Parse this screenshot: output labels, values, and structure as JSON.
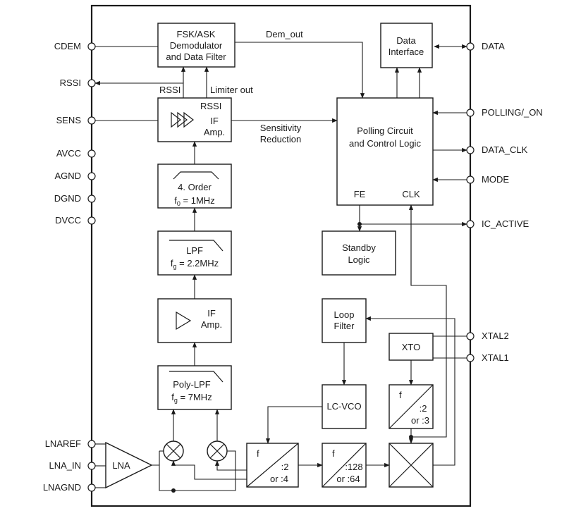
{
  "pins_left": {
    "cdem": "CDEM",
    "rssi": "RSSI",
    "sens": "SENS",
    "avcc": "AVCC",
    "agnd": "AGND",
    "dgnd": "DGND",
    "dvcc": "DVCC",
    "lnaref": "LNAREF",
    "lna_in": "LNA_IN",
    "lnagnd": "LNAGND"
  },
  "pins_right": {
    "data": "DATA",
    "polling_on": "POLLING/_ON",
    "data_clk": "DATA_CLK",
    "mode": "MODE",
    "ic_active": "IC_ACTIVE",
    "xtal2": "XTAL2",
    "xtal1": "XTAL1"
  },
  "blocks": {
    "demod": [
      "FSK/ASK",
      "Demodulator",
      "and Data Filter"
    ],
    "data_interface": [
      "Data",
      "Interface"
    ],
    "if_amp_top": {
      "rssi": "RSSI",
      "line1": "IF",
      "line2": "Amp."
    },
    "bpf": {
      "line1": "4. Order",
      "f": "f",
      "sub": "0",
      "rest": " = 1MHz"
    },
    "lpf": {
      "line1": "LPF",
      "f": "f",
      "sub": "g",
      "rest": " = 2.2MHz"
    },
    "if_amp_mid": {
      "line1": "IF",
      "line2": "Amp."
    },
    "poly_lpf": {
      "line1": "Poly-LPF",
      "f": "f",
      "sub": "g",
      "rest": " = 7MHz"
    },
    "lna": "LNA",
    "polling": {
      "line1": "Polling Circuit",
      "line2": "and Control Logic",
      "fe": "FE",
      "clk": "CLK"
    },
    "standby": [
      "Standby",
      "Logic"
    ],
    "loop_filter": [
      "Loop",
      "Filter"
    ],
    "xto": "XTO",
    "lc_vco": "LC-VCO",
    "div_xto": {
      "f": "f",
      "l1": ":2",
      "l2": "or :3"
    },
    "div_24": {
      "f": "f",
      "l1": ":2",
      "l2": "or :4"
    },
    "div_128": {
      "f": "f",
      "l1": ":128",
      "l2": "or :64"
    }
  },
  "signals": {
    "dem_out": "Dem_out",
    "rssi": "RSSI",
    "limiter_out": "Limiter out",
    "sensitivity_1": "Sensitivity",
    "sensitivity_2": "Reduction"
  }
}
